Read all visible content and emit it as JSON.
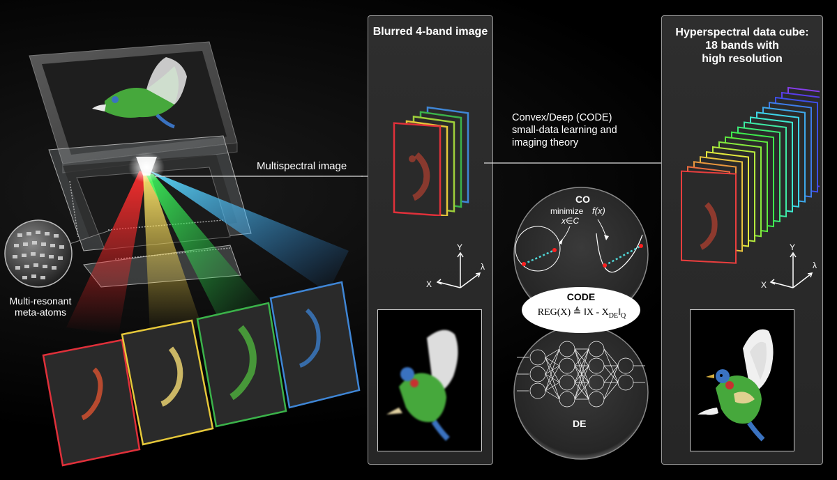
{
  "left": {
    "meta_atoms_label_line1": "Multi-resonant",
    "meta_atoms_label_line2": "meta-atoms",
    "arrow_label": "Multispectral image"
  },
  "middle_panel": {
    "title": "Blurred 4-band image",
    "axes": {
      "x": "X",
      "y": "Y",
      "z": "λ"
    }
  },
  "center": {
    "code_label_line1": "Convex/Deep (CODE)",
    "code_label_line2": "small-data learning and",
    "code_label_line3": "imaging theory",
    "co_title": "CO",
    "co_formula_minimize": "minimize",
    "co_formula_fx": "f(x)",
    "co_formula_constraint": "x∈C",
    "code_title": "CODE",
    "code_formula": "REG(X) ≜ ‖X - X",
    "code_formula_sub": "DE",
    "code_formula_end": "‖",
    "code_formula_q": "Q",
    "de_title": "DE"
  },
  "right_panel": {
    "title_line1": "Hyperspectral data cube:",
    "title_line2": "18 bands with",
    "title_line3": "high resolution",
    "axes": {
      "x": "X",
      "y": "Y",
      "z": "λ"
    }
  },
  "colors": {
    "band_red": "#e0303a",
    "band_yellow": "#e6c83a",
    "band_green": "#3bb34a",
    "band_blue": "#3f86d6",
    "panel_border": "#9a9a9a",
    "dotted_line": "#4fd6d6"
  }
}
